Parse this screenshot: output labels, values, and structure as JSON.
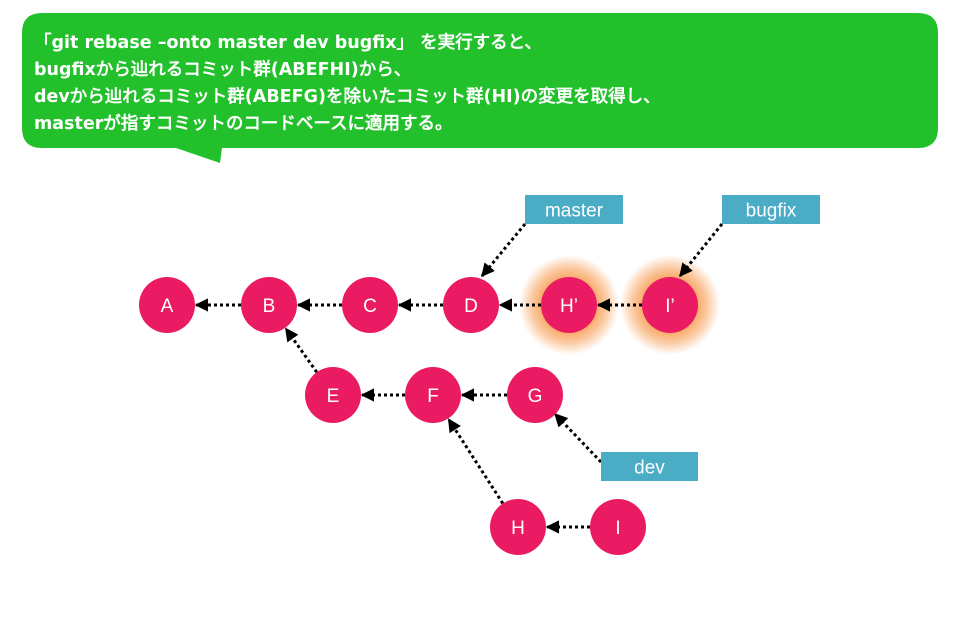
{
  "callout": {
    "lines": [
      "「git rebase –onto master dev bugfix」 を実行すると、",
      "bugfixから辿れるコミット群(ABEFHI)から、",
      "devから辿れるコミット群(ABEFG)を除いたコミット群(HI)の変更を取得し、",
      "masterが指すコミットのコードベースに適用する。"
    ],
    "background_color": "#22c12b"
  },
  "commits": [
    {
      "id": "A",
      "label": "A",
      "highlight": false
    },
    {
      "id": "B",
      "label": "B",
      "highlight": false
    },
    {
      "id": "C",
      "label": "C",
      "highlight": false
    },
    {
      "id": "D",
      "label": "D",
      "highlight": false
    },
    {
      "id": "H2",
      "label": "H’",
      "highlight": true
    },
    {
      "id": "I2",
      "label": "I’",
      "highlight": true
    },
    {
      "id": "E",
      "label": "E",
      "highlight": false
    },
    {
      "id": "F",
      "label": "F",
      "highlight": false
    },
    {
      "id": "G",
      "label": "G",
      "highlight": false
    },
    {
      "id": "H",
      "label": "H",
      "highlight": false
    },
    {
      "id": "I",
      "label": "I",
      "highlight": false
    }
  ],
  "edges": [
    {
      "from": "B",
      "to": "A"
    },
    {
      "from": "C",
      "to": "B"
    },
    {
      "from": "D",
      "to": "C"
    },
    {
      "from": "H2",
      "to": "D"
    },
    {
      "from": "I2",
      "to": "H2"
    },
    {
      "from": "E",
      "to": "B"
    },
    {
      "from": "F",
      "to": "E"
    },
    {
      "from": "G",
      "to": "F"
    },
    {
      "from": "H",
      "to": "F"
    },
    {
      "from": "I",
      "to": "H"
    }
  ],
  "refs": [
    {
      "id": "master",
      "label": "master",
      "target": "D"
    },
    {
      "id": "bugfix",
      "label": "bugfix",
      "target": "I2"
    },
    {
      "id": "dev",
      "label": "dev",
      "target": "G"
    }
  ],
  "colors": {
    "commit": "#ea1b63",
    "ref_box": "#4bacc6",
    "highlight_glow": "#f79646",
    "arrow": "#000000"
  }
}
